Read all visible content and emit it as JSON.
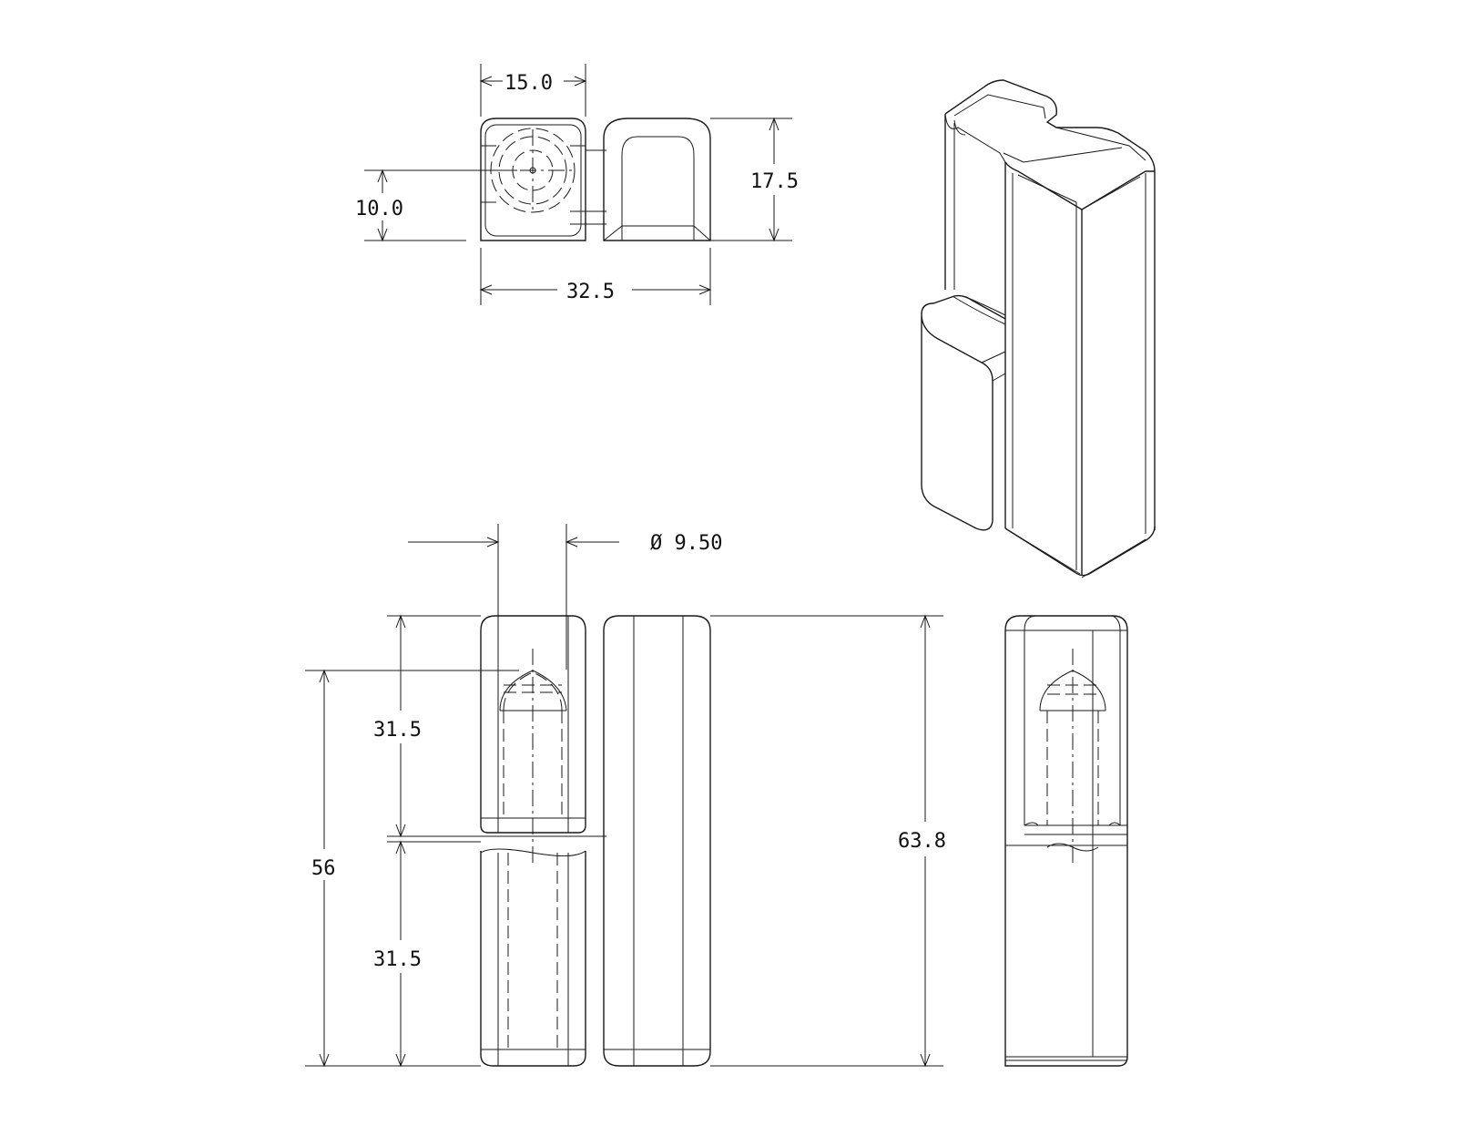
{
  "dimensions": {
    "top_width_pin": "15.0",
    "top_height": "17.5",
    "top_axis_offset": "10.0",
    "top_total_width": "32.5",
    "pin_diameter": "Ø 9.50",
    "upper_knuckle_length": "31.5",
    "lower_knuckle_length": "31.5",
    "overall_length": "56",
    "leaf_length": "63.8"
  },
  "colors": {
    "line": "#1a1a1a",
    "background": "#ffffff"
  }
}
